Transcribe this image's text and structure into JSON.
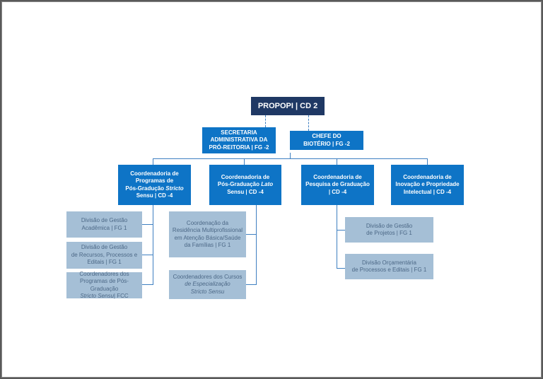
{
  "root": "PROPOPI | CD 2",
  "staff": [
    "SECRETARIA\nADMINISTRATIVA DA\nPRÓ-REITORIA | FG -2",
    "CHEFE DO\nBIOTÉRIO | FG -2"
  ],
  "coordinations": [
    {
      "pre": "Coordenadoria de\nProgramas de\nPós-Gradução ",
      "em": "Stricto",
      "post": "\nSensu | CD -4"
    },
    {
      "pre": "Coordenadoria de\nPós-Graduação ",
      "em": "Lato",
      "post": "\nSensu | CD -4"
    },
    {
      "pre": "Coordenadoria de\nPesquisa de Graduação\n| CD -4",
      "em": "",
      "post": ""
    },
    {
      "pre": "Coordenadoria de\nInovação e Propriedade\nIntelectual | CD -4",
      "em": "",
      "post": ""
    }
  ],
  "divisions": [
    {
      "pre": "Divisão de Gestão\nAcadêmica | FG 1",
      "em": "",
      "post": ""
    },
    {
      "pre": "Divisão de Gestão\nde Recursos, Processos e\nEditais | FG 1",
      "em": "",
      "post": ""
    },
    {
      "pre": "Coordenadores dos\nProgramas de Pós-Graduação\n",
      "em": "Stricto Sensu",
      "post": "| FCC"
    },
    {
      "pre": "Coordenação da\nResidência Multiprofissional\nem Atenção Básica/Saúde\nda Famílias | FG 1",
      "em": "",
      "post": ""
    },
    {
      "pre": "Coordenadores dos Cursos\n",
      "em": "de Especialização\nStricto Sensu",
      "post": ""
    },
    {
      "pre": "Divisão de Gestão\nde Projetos | FG 1",
      "em": "",
      "post": ""
    },
    {
      "pre": "Divisão Orçamentária\nde Processos e Editais | FG 1",
      "em": "",
      "post": ""
    }
  ]
}
